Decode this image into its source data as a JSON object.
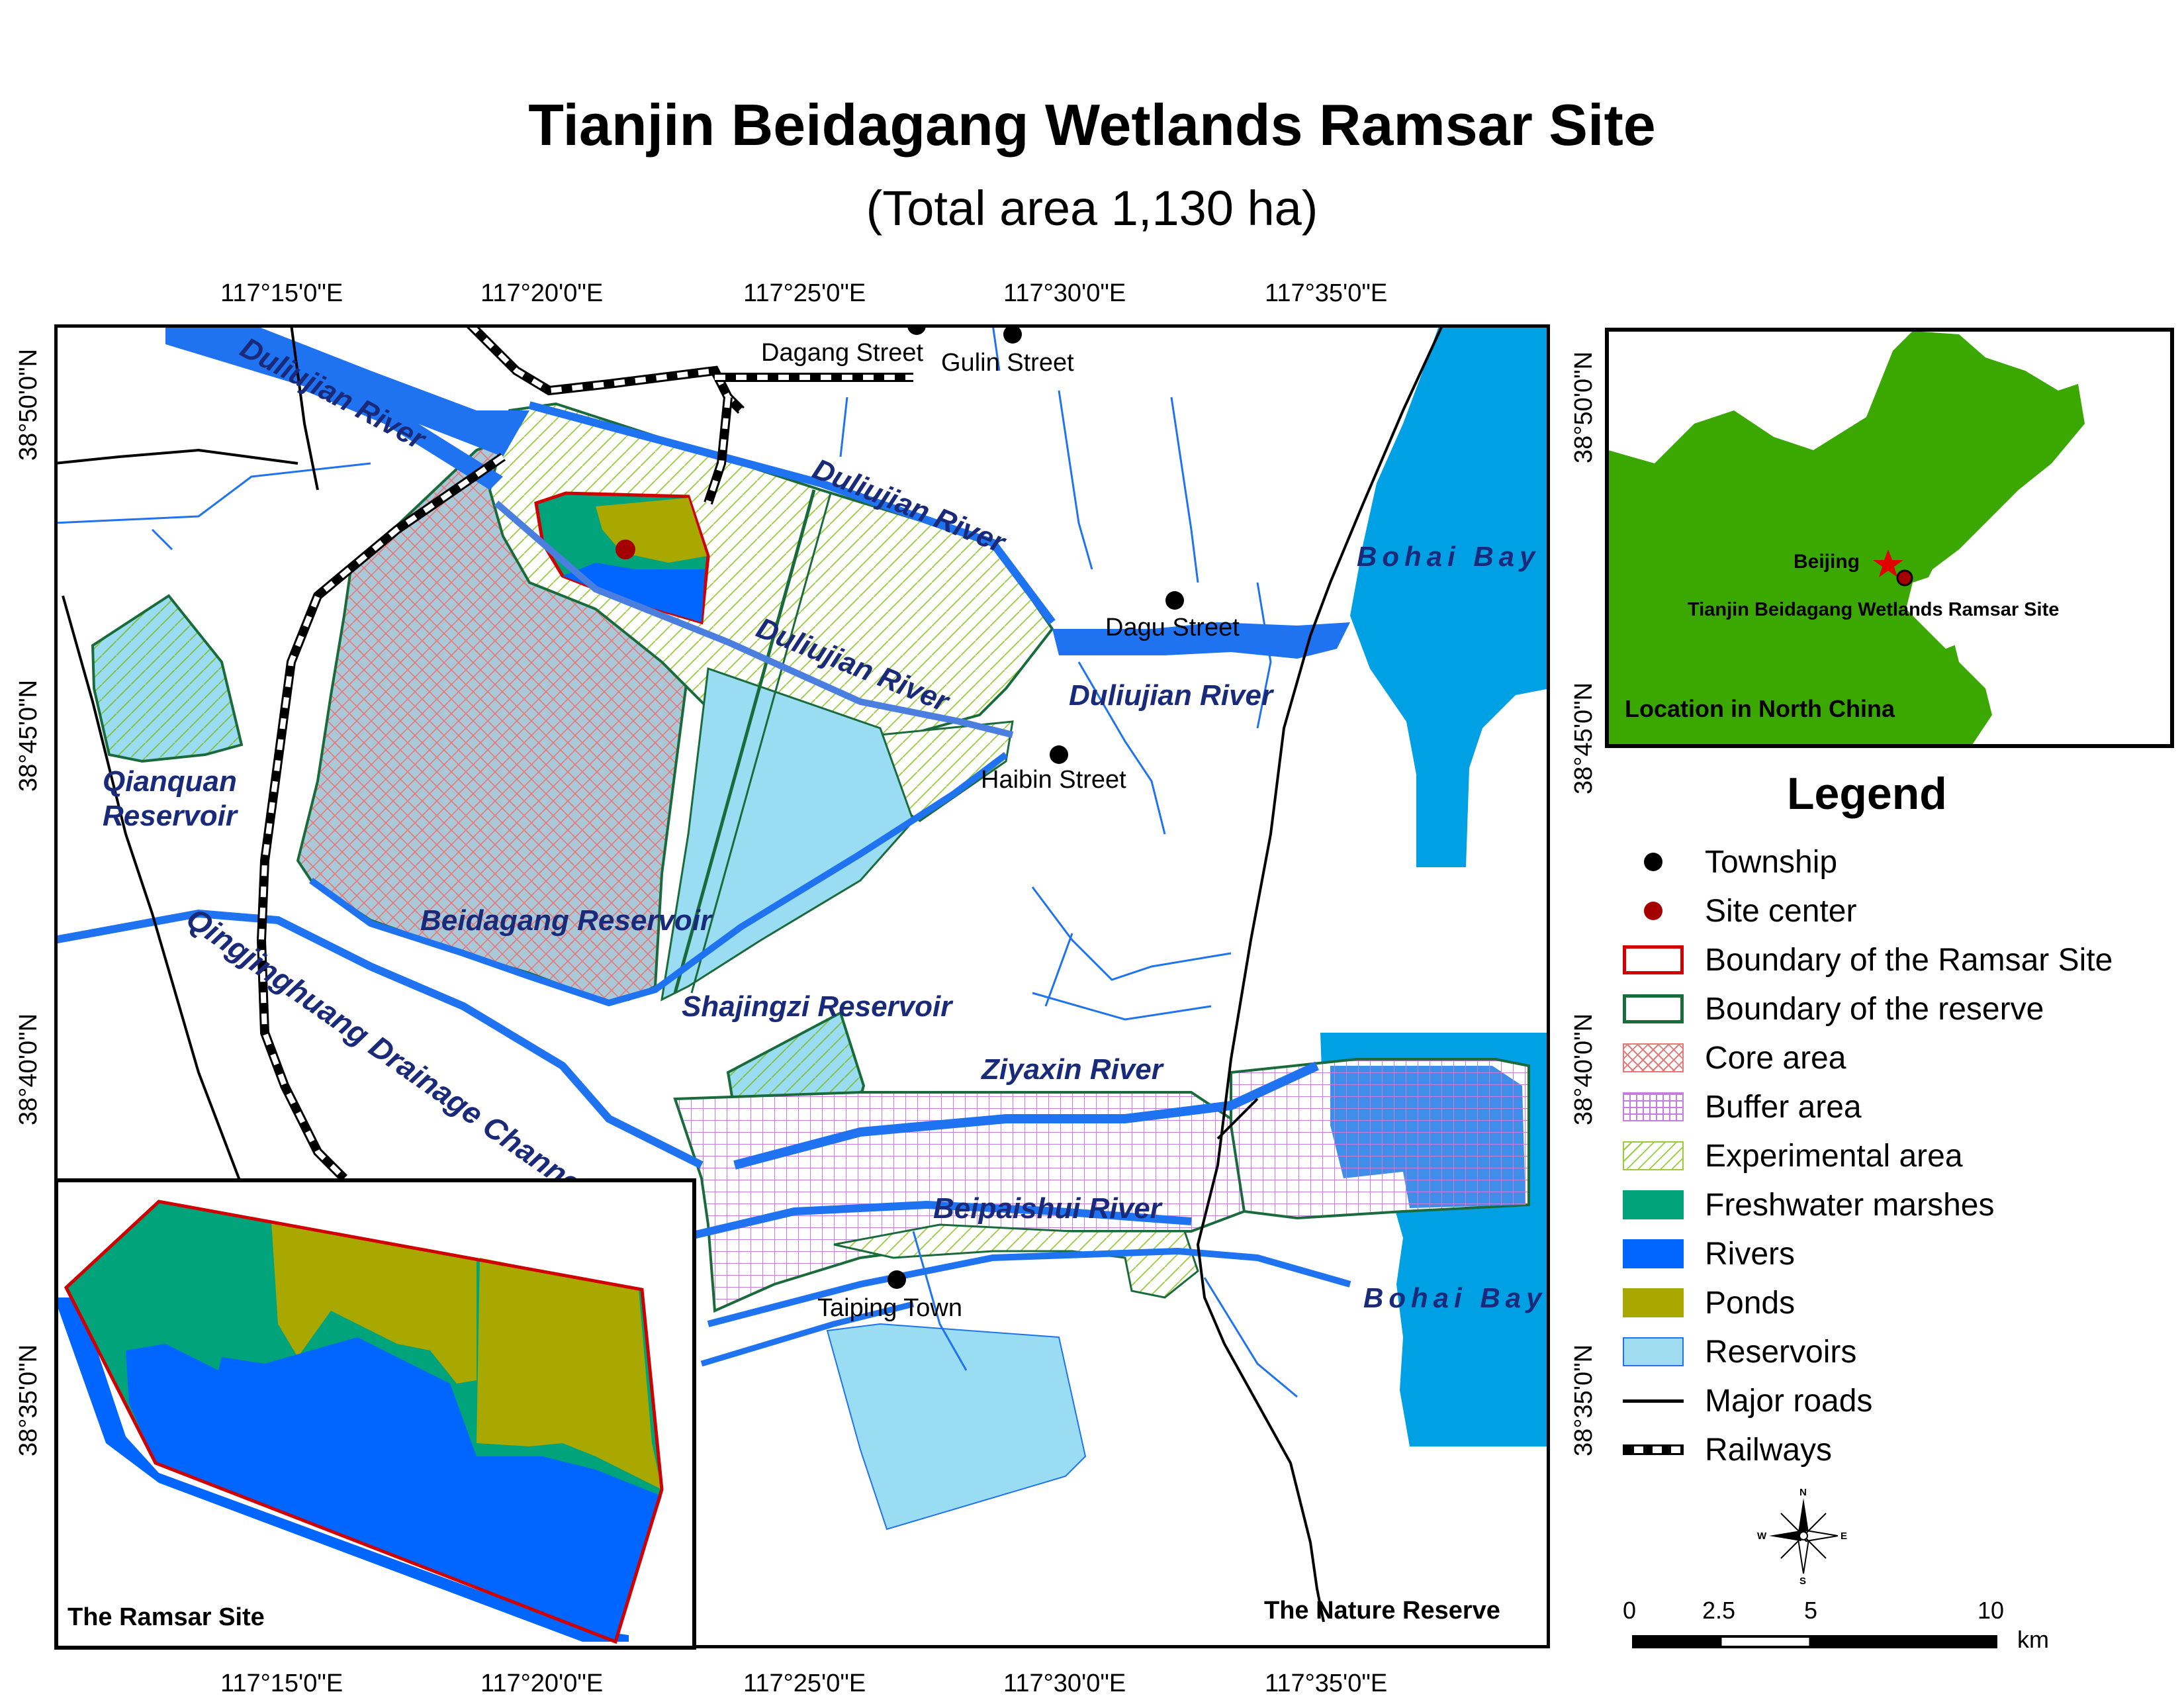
{
  "title": "Tianjin Beidagang Wetlands Ramsar Site",
  "subtitle": "(Total area 1,130 ha)",
  "top_longitudes": [
    "117°15'0\"E",
    "117°20'0\"E",
    "117°25'0\"E",
    "117°30'0\"E",
    "117°35'0\"E"
  ],
  "bottom_longitudes": [
    "117°15'0\"E",
    "117°20'0\"E",
    "117°25'0\"E",
    "117°30'0\"E",
    "117°35'0\"E"
  ],
  "left_latitudes": [
    "38°50'0\"N",
    "38°45'0\"N",
    "38°40'0\"N",
    "38°35'0\"N"
  ],
  "right_latitudes": [
    "38°50'0\"N",
    "38°45'0\"N",
    "38°40'0\"N",
    "38°35'0\"N"
  ],
  "map_labels": {
    "duliujian_1": "Duliujian River",
    "duliujian_2": "Duliujian River",
    "duliujian_3": "Duliujian River",
    "duliujian_4": "Duliujian River",
    "qianquan_1": "Qianquan",
    "qianquan_2": "Reservoir",
    "beidagang": "Beidagang Reservoir",
    "qingjinghuang": "Qingjinghuang Drainage Channel",
    "shajingzi": "Shajingzi Reservoir",
    "ziyaxin": "Ziyaxin River",
    "beipaishui": "Beipaishui River",
    "bohai_1": "Bohai Bay",
    "bohai_2": "Bohai Bay",
    "dagang": "Dagang Street",
    "gulin": "Gulin Street",
    "dagu": "Dagu Street",
    "haibin": "Haibin Street",
    "taiping": "Taiping Town",
    "nature_reserve": "The Nature Reserve",
    "ramsar_inset": "The Ramsar Site"
  },
  "location_inset": {
    "beijing": "Beijing",
    "site": "Tianjin Beidagang Wetlands Ramsar Site",
    "caption": "Location in North China"
  },
  "legend": {
    "title": "Legend",
    "items": [
      {
        "label": "Township",
        "symbol": "dot",
        "color": "#000000"
      },
      {
        "label": "Site center",
        "symbol": "dot",
        "color": "#a50000"
      },
      {
        "label": "Boundary of the Ramsar Site",
        "symbol": "outline",
        "color": "#d00000"
      },
      {
        "label": "Boundary of the reserve",
        "symbol": "outline",
        "color": "#1a6b3c"
      },
      {
        "label": "Core area",
        "symbol": "crosshatch",
        "color": "#e87878"
      },
      {
        "label": "Buffer area",
        "symbol": "grid",
        "color": "#c77de0"
      },
      {
        "label": "Experimental area",
        "symbol": "diagonal",
        "color": "#9acb3c"
      },
      {
        "label": "Freshwater marshes",
        "symbol": "fill",
        "color": "#00a37a"
      },
      {
        "label": "Rivers",
        "symbol": "fill",
        "color": "#0066ff"
      },
      {
        "label": "Ponds",
        "symbol": "fill",
        "color": "#a8a800"
      },
      {
        "label": "Reservoirs",
        "symbol": "fill",
        "color": "#a0dcf0"
      },
      {
        "label": "Major roads",
        "symbol": "line",
        "color": "#000000"
      },
      {
        "label": "Railways",
        "symbol": "rail",
        "color": "#000000"
      }
    ]
  },
  "compass": {
    "n": "N",
    "s": "S",
    "e": "E",
    "w": "W"
  },
  "scale_bar": {
    "labels": [
      "0",
      "2.5",
      "5",
      "10"
    ],
    "unit": "km"
  },
  "colors": {
    "bay": "#00a0e4",
    "reservoir": "#9adcf2",
    "river": "#1f73f0",
    "marsh": "#00a37a",
    "pond": "#a8a800",
    "inset_land": "#3aa800",
    "reserve_boundary": "#1a6b3c",
    "ramsar_boundary": "#d00000",
    "label_navy": "#1a2a7a"
  }
}
